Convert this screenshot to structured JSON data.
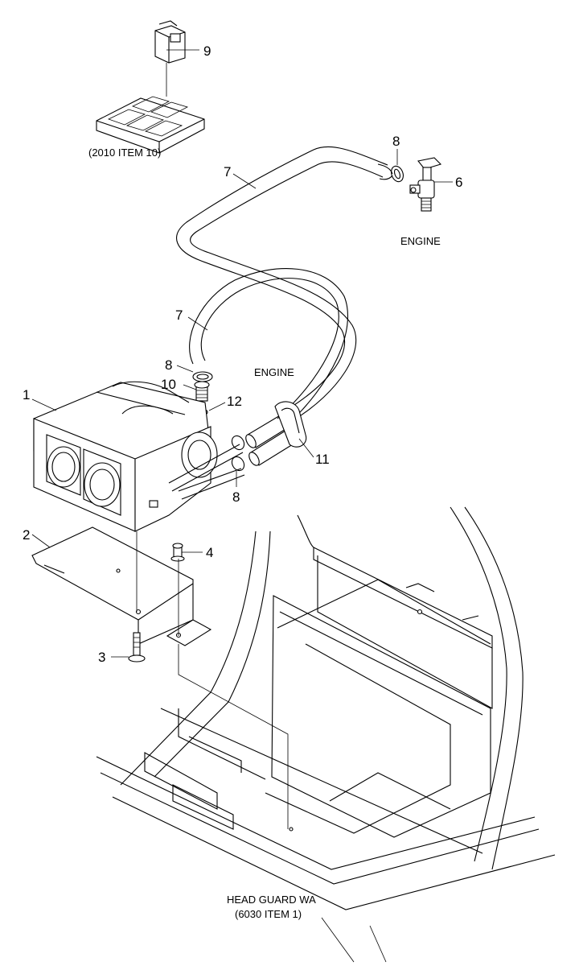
{
  "callouts": {
    "c1": "1",
    "c2": "2",
    "c3": "3",
    "c4": "4",
    "c6": "6",
    "c7a": "7",
    "c7b": "7",
    "c8a": "8",
    "c8b": "8",
    "c8c": "8",
    "c9": "9",
    "c10": "10",
    "c11": "11",
    "c12": "12"
  },
  "labels": {
    "ref_top": "(2010 ITEM 10)",
    "engine_top": "ENGINE",
    "engine_mid": "ENGINE",
    "head_guard_line1": "HEAD GUARD WA",
    "head_guard_line2": "(6030 ITEM 1)"
  },
  "colors": {
    "ink": "#000000",
    "paper": "#ffffff"
  }
}
